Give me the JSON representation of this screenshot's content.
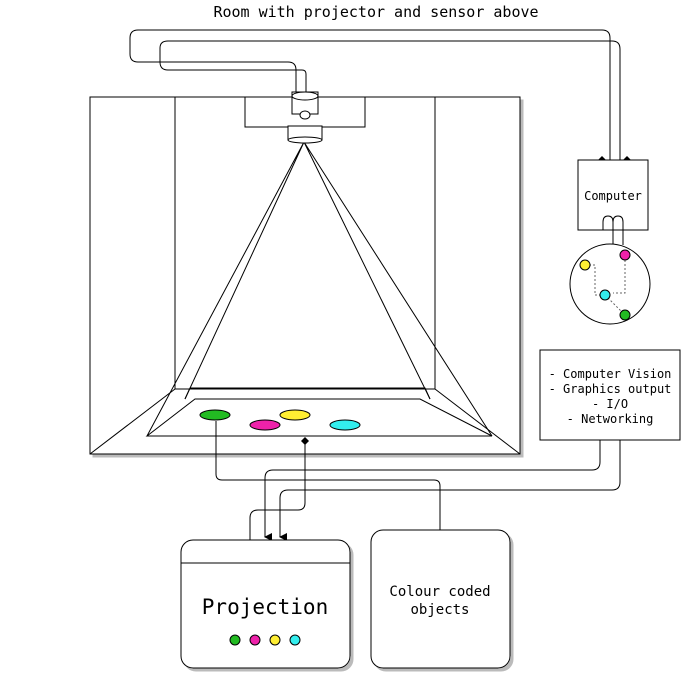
{
  "title": "Room with projector and sensor above",
  "computer": {
    "label": "Computer"
  },
  "functions": [
    "- Computer Vision",
    "- Graphics output",
    "- I/O",
    "- Networking"
  ],
  "projection": {
    "label": "Projection"
  },
  "objects": {
    "line1": "Colour coded",
    "line2": "objects"
  },
  "colors": {
    "green": "#22bb22",
    "magenta": "#ee22aa",
    "yellow": "#ffee33",
    "cyan": "#33eeee",
    "shadow": "#bbbbbb"
  }
}
